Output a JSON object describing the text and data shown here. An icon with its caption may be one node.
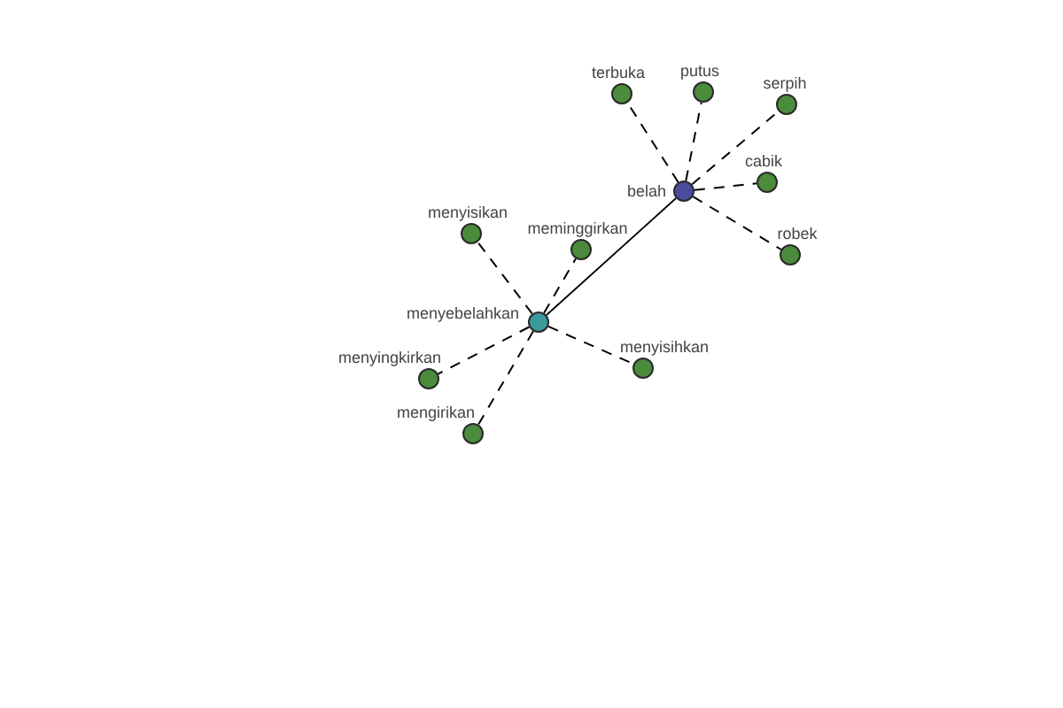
{
  "diagram": {
    "nodes": [
      {
        "text": [],
        "shape": "circle",
        "beside": [
          "terbuka"
        ]
      },
      {
        "text": [],
        "shape": "circle",
        "beside": [
          "putus"
        ]
      },
      {
        "text": [],
        "shape": "circle",
        "beside": [
          "serpih"
        ]
      },
      {
        "text": [],
        "shape": "circle",
        "beside": [
          "belah"
        ]
      },
      {
        "text": [],
        "shape": "circle",
        "beside": [
          "cabik"
        ]
      },
      {
        "text": [],
        "shape": "circle",
        "beside": [
          "menyisikan"
        ]
      },
      {
        "text": [],
        "shape": "circle",
        "beside": [
          "meminggirkan"
        ]
      },
      {
        "text": [],
        "shape": "circle",
        "beside": [
          "robek"
        ]
      },
      {
        "text": [],
        "shape": "circle",
        "beside": [
          "menyebelahkan"
        ]
      },
      {
        "text": [],
        "shape": "circle",
        "beside": [
          "menyingkirkan"
        ]
      },
      {
        "text": [],
        "shape": "circle",
        "beside": [
          "menyisihkan"
        ]
      },
      {
        "text": [],
        "shape": "circle",
        "beside": [
          "mengirikan"
        ]
      }
    ],
    "edges": [
      {
        "from": 3,
        "to": 0,
        "arrow": "none",
        "style": "dashed"
      },
      {
        "from": 3,
        "to": 1,
        "arrow": "none",
        "style": "dashed"
      },
      {
        "from": 3,
        "to": 2,
        "arrow": "none",
        "style": "dashed"
      },
      {
        "from": 3,
        "to": 4,
        "arrow": "none",
        "style": "dashed"
      },
      {
        "from": 3,
        "to": 7,
        "arrow": "none",
        "style": "dashed"
      },
      {
        "from": 3,
        "to": 8,
        "arrow": "none"
      },
      {
        "from": 8,
        "to": 5,
        "arrow": "none",
        "style": "dashed"
      },
      {
        "from": 8,
        "to": 6,
        "arrow": "none",
        "style": "dashed"
      },
      {
        "from": 8,
        "to": 9,
        "arrow": "none",
        "style": "dashed"
      },
      {
        "from": 8,
        "to": 10,
        "arrow": "none",
        "style": "dashed"
      },
      {
        "from": 8,
        "to": 11,
        "arrow": "none",
        "style": "dashed"
      }
    ]
  }
}
